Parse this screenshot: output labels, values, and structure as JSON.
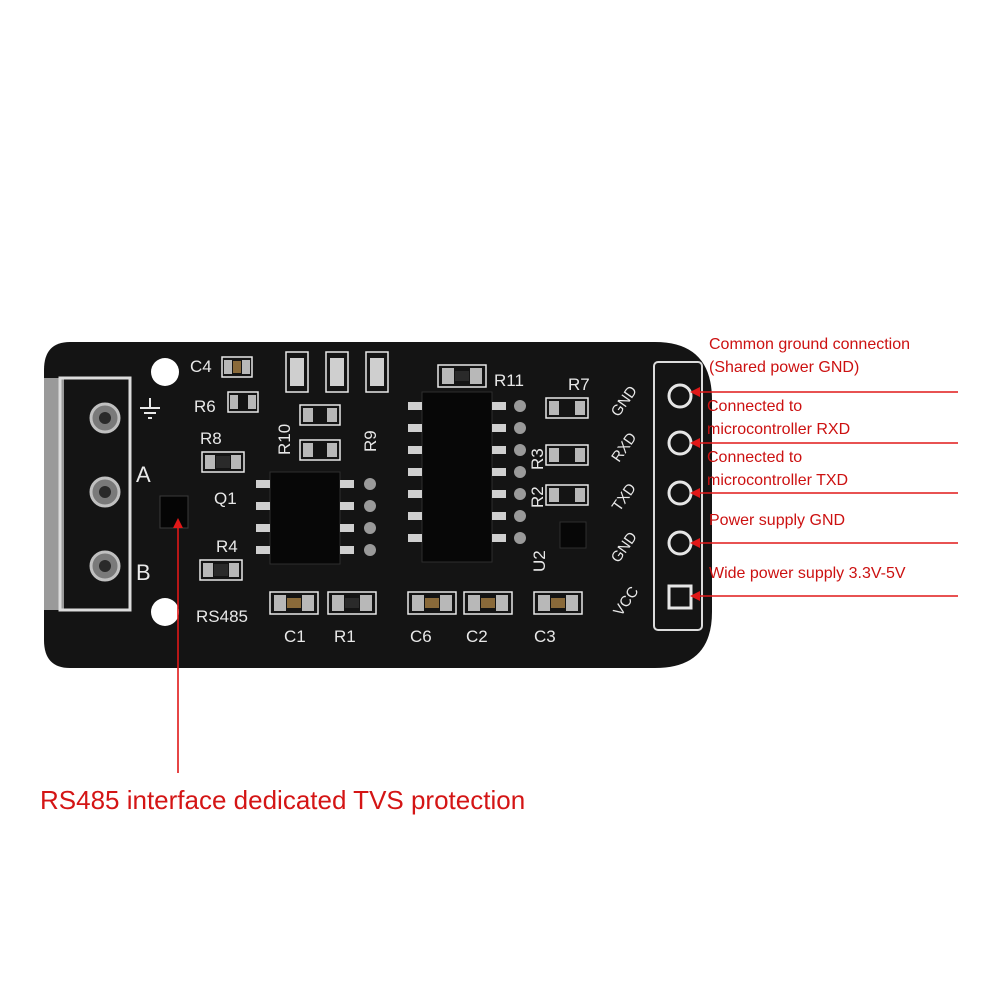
{
  "silkscreen": {
    "components": [
      "C4",
      "R6",
      "R8",
      "Q1",
      "R4",
      "RS485",
      "C1",
      "R1",
      "C6",
      "C2",
      "C3",
      "R10",
      "R9",
      "R11",
      "R7",
      "R3",
      "R2",
      "U2"
    ],
    "terminal_labels": [
      "A",
      "B"
    ],
    "pin_labels": [
      "GND",
      "RXD",
      "TXD",
      "GND",
      "VCC"
    ]
  },
  "annotations": {
    "common_ground_line1": "Common ground connection",
    "common_ground_line2": "(Shared power GND)",
    "rxd_line1": "Connected to",
    "rxd_line2": "microcontroller RXD",
    "txd_line1": "Connected to",
    "txd_line2": "microcontroller TXD",
    "power_gnd": "Power supply GND",
    "vcc": "Wide power supply 3.3V-5V",
    "tvs": "RS485 interface dedicated TVS protection"
  },
  "colors": {
    "board": "#141414",
    "silkscreen": "#e8e8e8",
    "annotation": "#cc1111"
  }
}
